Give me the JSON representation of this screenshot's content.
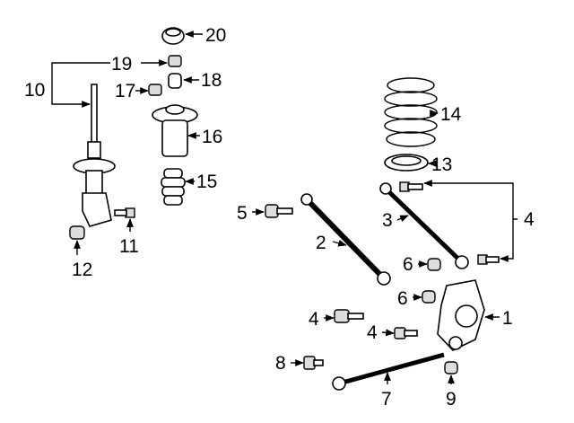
{
  "callouts": {
    "c1": "1",
    "c2": "2",
    "c3": "3",
    "c4a": "4",
    "c4b": "4",
    "c4c": "4",
    "c5": "5",
    "c6a": "6",
    "c6b": "6",
    "c7": "7",
    "c8": "8",
    "c9": "9",
    "c10": "10",
    "c11": "11",
    "c12": "12",
    "c13": "13",
    "c14": "14",
    "c15": "15",
    "c16": "16",
    "c17": "17",
    "c18": "18",
    "c19": "19",
    "c20": "20"
  }
}
